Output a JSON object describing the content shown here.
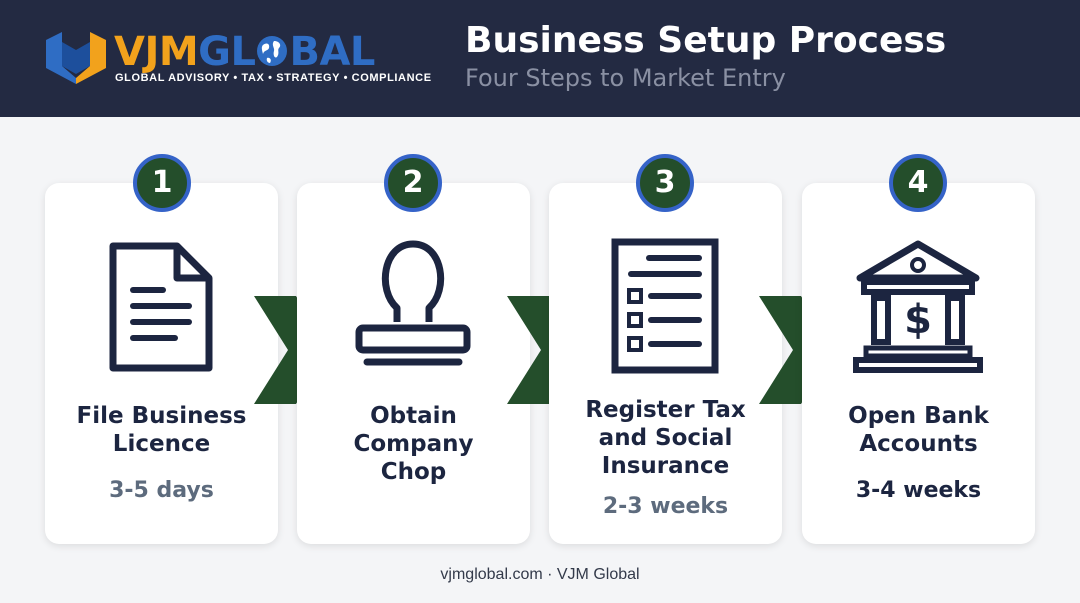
{
  "brand": {
    "name_part1": "VJM",
    "name_part2": "GL",
    "name_part3": "BAL",
    "tagline": "GLOBAL ADVISORY • TAX • STRATEGY • COMPLIANCE"
  },
  "header": {
    "title": "Business Setup Process",
    "subtitle": "Four Steps to Market Entry"
  },
  "steps": [
    {
      "number": "1",
      "icon": "document-icon",
      "title_lines": [
        "File Business",
        "Licence"
      ],
      "duration": "3-5 days"
    },
    {
      "number": "2",
      "icon": "stamp-icon",
      "title_lines": [
        "Obtain",
        "Company",
        "Chop"
      ],
      "duration": ""
    },
    {
      "number": "3",
      "icon": "checklist-icon",
      "title_lines": [
        "Register Tax",
        "and Social",
        "Insurance"
      ],
      "duration": "2-3 weeks"
    },
    {
      "number": "4",
      "icon": "bank-icon",
      "title_lines": [
        "Open Bank",
        "Accounts"
      ],
      "duration": "3-4 weeks"
    }
  ],
  "footer": {
    "text": "vjmglobal.com · VJM Global"
  },
  "colors": {
    "header_bg": "#232a42",
    "badge_fill": "#244e2b",
    "badge_ring": "#3563c8",
    "arrow": "#244e2b",
    "icon_stroke": "#1c2540",
    "step1_duration": "#5d6b7d",
    "step3_duration": "#5d6b7d",
    "step4_duration": "#1c2540",
    "brand_orange": "#f2a21c",
    "brand_blue": "#2f6dc4"
  }
}
